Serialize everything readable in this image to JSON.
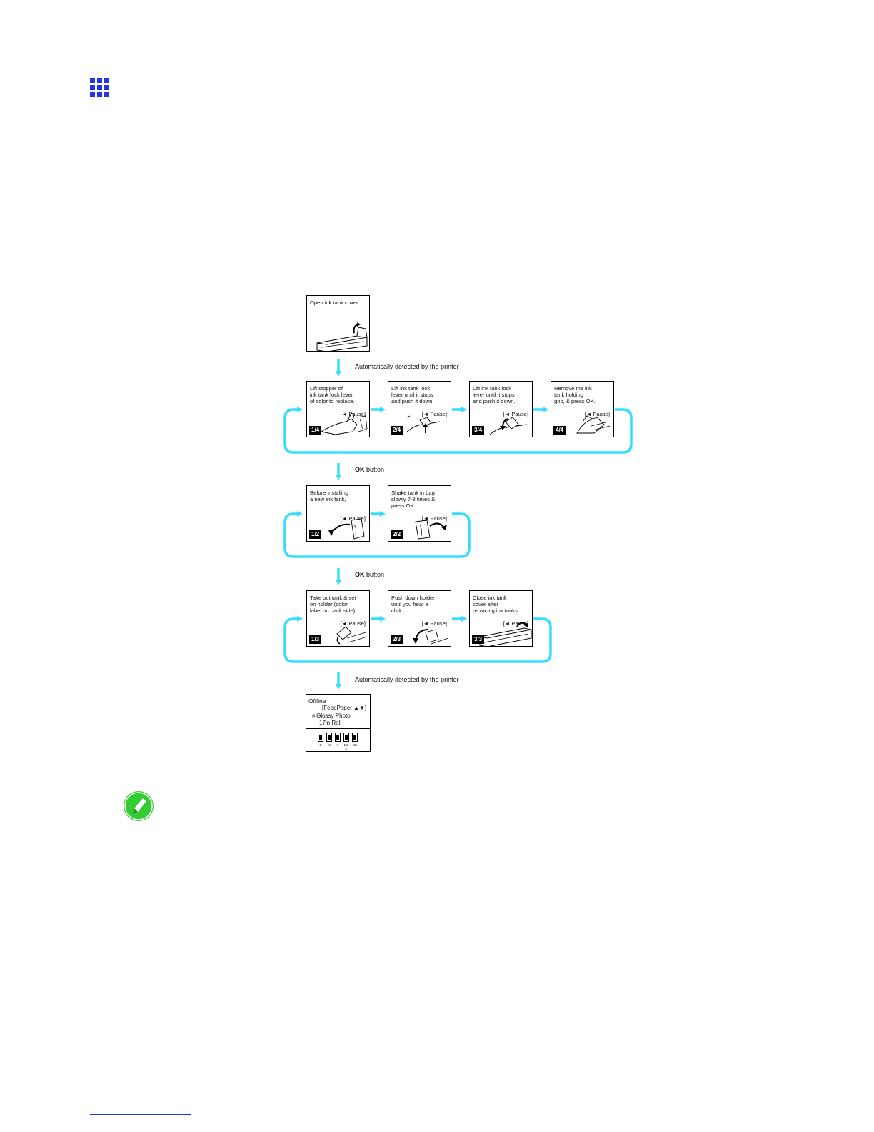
{
  "colors": {
    "accent": "#2233ee",
    "flow": "#33ddff",
    "note": "#33cc33"
  },
  "icons": {
    "header": "grid-icon",
    "note": "pencil-note-icon"
  },
  "flow": {
    "start": {
      "text": "Open ink tank cover."
    },
    "labels": {
      "auto1": "Automatically detected by the printer",
      "ok1_bold": "OK",
      "ok1_rest": " button",
      "ok2_bold": "OK",
      "ok2_rest": " button",
      "auto2": "Automatically detected by the printer"
    },
    "pause_label": "[◄  Pause]",
    "row1": [
      {
        "text": "Lift stopper of\nink tank lock lever\nof color to replace.",
        "step": "1/4"
      },
      {
        "text": "Lift ink tank lock\nlever until it stops\nand push it down.",
        "step": "2/4"
      },
      {
        "text": "Lift ink tank lock\nlever until it stops\nand push it down.",
        "step": "3/4"
      },
      {
        "text": "Remove the ink\ntank holding\ngrip, & press OK.",
        "step": "4/4"
      }
    ],
    "row2": [
      {
        "text": "Before installing\na new ink tank,",
        "step": "1/2"
      },
      {
        "text": "Shake tank in bag\nslowly 7-8 times &\npress OK.",
        "step": "2/2"
      }
    ],
    "row3": [
      {
        "text": "Take out tank & set\non holder (color\nlabel on back side)",
        "step": "1/3"
      },
      {
        "text": "Push down holder\nuntil you hear a\nclick.",
        "step": "2/3"
      },
      {
        "text": "Close ink tank\ncover after\nreplacing ink tanks.",
        "step": "3/3"
      }
    ],
    "status": {
      "line1": "Offline",
      "line2": "[FeedPaper ▲▼]",
      "line3": "Glossy Photo",
      "line4": "17in Roll",
      "inks": [
        "C",
        "M",
        "Y",
        "MBK",
        "BK"
      ]
    }
  }
}
